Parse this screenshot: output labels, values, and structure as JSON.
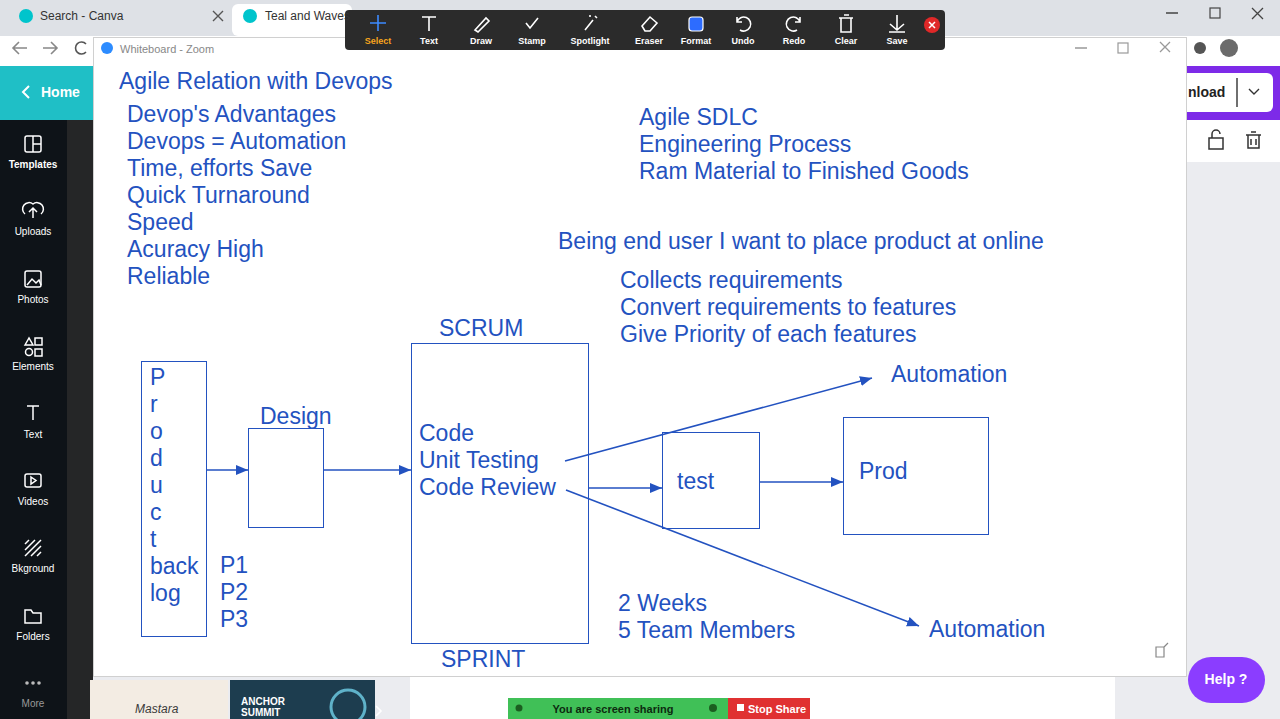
{
  "diagram": {
    "title": "Agile Relation with Devops",
    "nodes": [
      {
        "text": [
          "P r o d u c t back log"
        ]
      },
      {
        "text": [
          "Design"
        ]
      },
      {
        "text": [
          "SCRUM",
          "Code",
          "Unit Testing",
          "Code Review",
          "SPRINT"
        ]
      },
      {
        "text": [
          "test"
        ]
      },
      {
        "text": [
          "Prod"
        ]
      }
    ],
    "edges": [
      {
        "from": 0,
        "to": 1,
        "arrow": "to"
      },
      {
        "from": 1,
        "to": 2,
        "arrow": "to"
      },
      {
        "from": 2,
        "to": 3,
        "arrow": "to"
      },
      {
        "from": 3,
        "to": 4,
        "arrow": "to"
      }
    ],
    "labels": [
      "Devop's Advantages",
      "Devops = Automation",
      "Time, efforts Save",
      "Quick Turnaround",
      "Speed",
      "Acuracy High",
      "Reliable",
      "Agile SDLC",
      "Engineering Process",
      "Ram Material to Finished Goods",
      "Being end user I want to place product at online",
      "Collects requirements",
      "Convert requirements to features",
      "Give Priority of each features",
      "Automation",
      "P1",
      "P2",
      "P3",
      "2 Weeks",
      "5 Team Members",
      "Automation",
      "Search - Canva",
      "Teal and Waves",
      "Select",
      "Text",
      "Draw",
      "Stamp",
      "Spotlight",
      "Eraser",
      "Format",
      "Undo",
      "Redo",
      "Clear",
      "Save",
      "Whiteboard - Zoom",
      "Home",
      "Templates",
      "Uploads",
      "Photos",
      "Elements",
      "Text",
      "Videos",
      "Bkground",
      "Folders",
      "More",
      "nload",
      "Help ?",
      "You are screen sharing",
      "Stop Share",
      "Mastara",
      "ANCHOR SUMMIT"
    ]
  }
}
